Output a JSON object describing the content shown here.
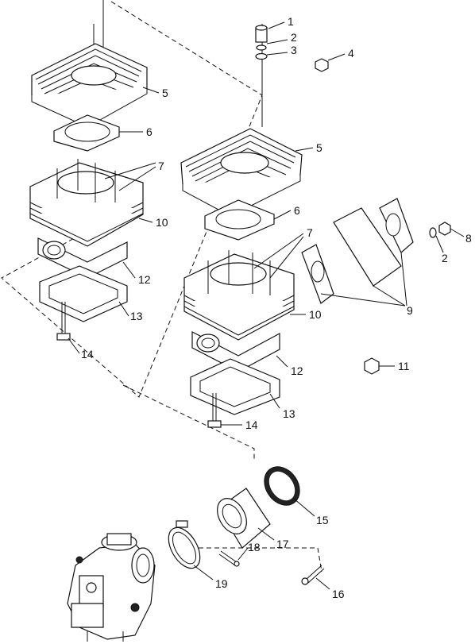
{
  "callouts": [
    {
      "id": "c1",
      "label": "1"
    },
    {
      "id": "c2a",
      "label": "2"
    },
    {
      "id": "c3",
      "label": "3"
    },
    {
      "id": "c4",
      "label": "4"
    },
    {
      "id": "c5a",
      "label": "5"
    },
    {
      "id": "c6a",
      "label": "6"
    },
    {
      "id": "c7a",
      "label": "7"
    },
    {
      "id": "c10a",
      "label": "10"
    },
    {
      "id": "c12a",
      "label": "12"
    },
    {
      "id": "c13a",
      "label": "13"
    },
    {
      "id": "c14a",
      "label": "14"
    },
    {
      "id": "c5b",
      "label": "5"
    },
    {
      "id": "c6b",
      "label": "6"
    },
    {
      "id": "c7b",
      "label": "7"
    },
    {
      "id": "c8",
      "label": "8"
    },
    {
      "id": "c2b",
      "label": "2"
    },
    {
      "id": "c9",
      "label": "9"
    },
    {
      "id": "c10b",
      "label": "10"
    },
    {
      "id": "c11",
      "label": "11"
    },
    {
      "id": "c12b",
      "label": "12"
    },
    {
      "id": "c13b",
      "label": "13"
    },
    {
      "id": "c14b",
      "label": "14"
    },
    {
      "id": "c15",
      "label": "15"
    },
    {
      "id": "c17",
      "label": "17"
    },
    {
      "id": "c18",
      "label": "18"
    },
    {
      "id": "c19",
      "label": "19"
    },
    {
      "id": "c16",
      "label": "16"
    }
  ]
}
